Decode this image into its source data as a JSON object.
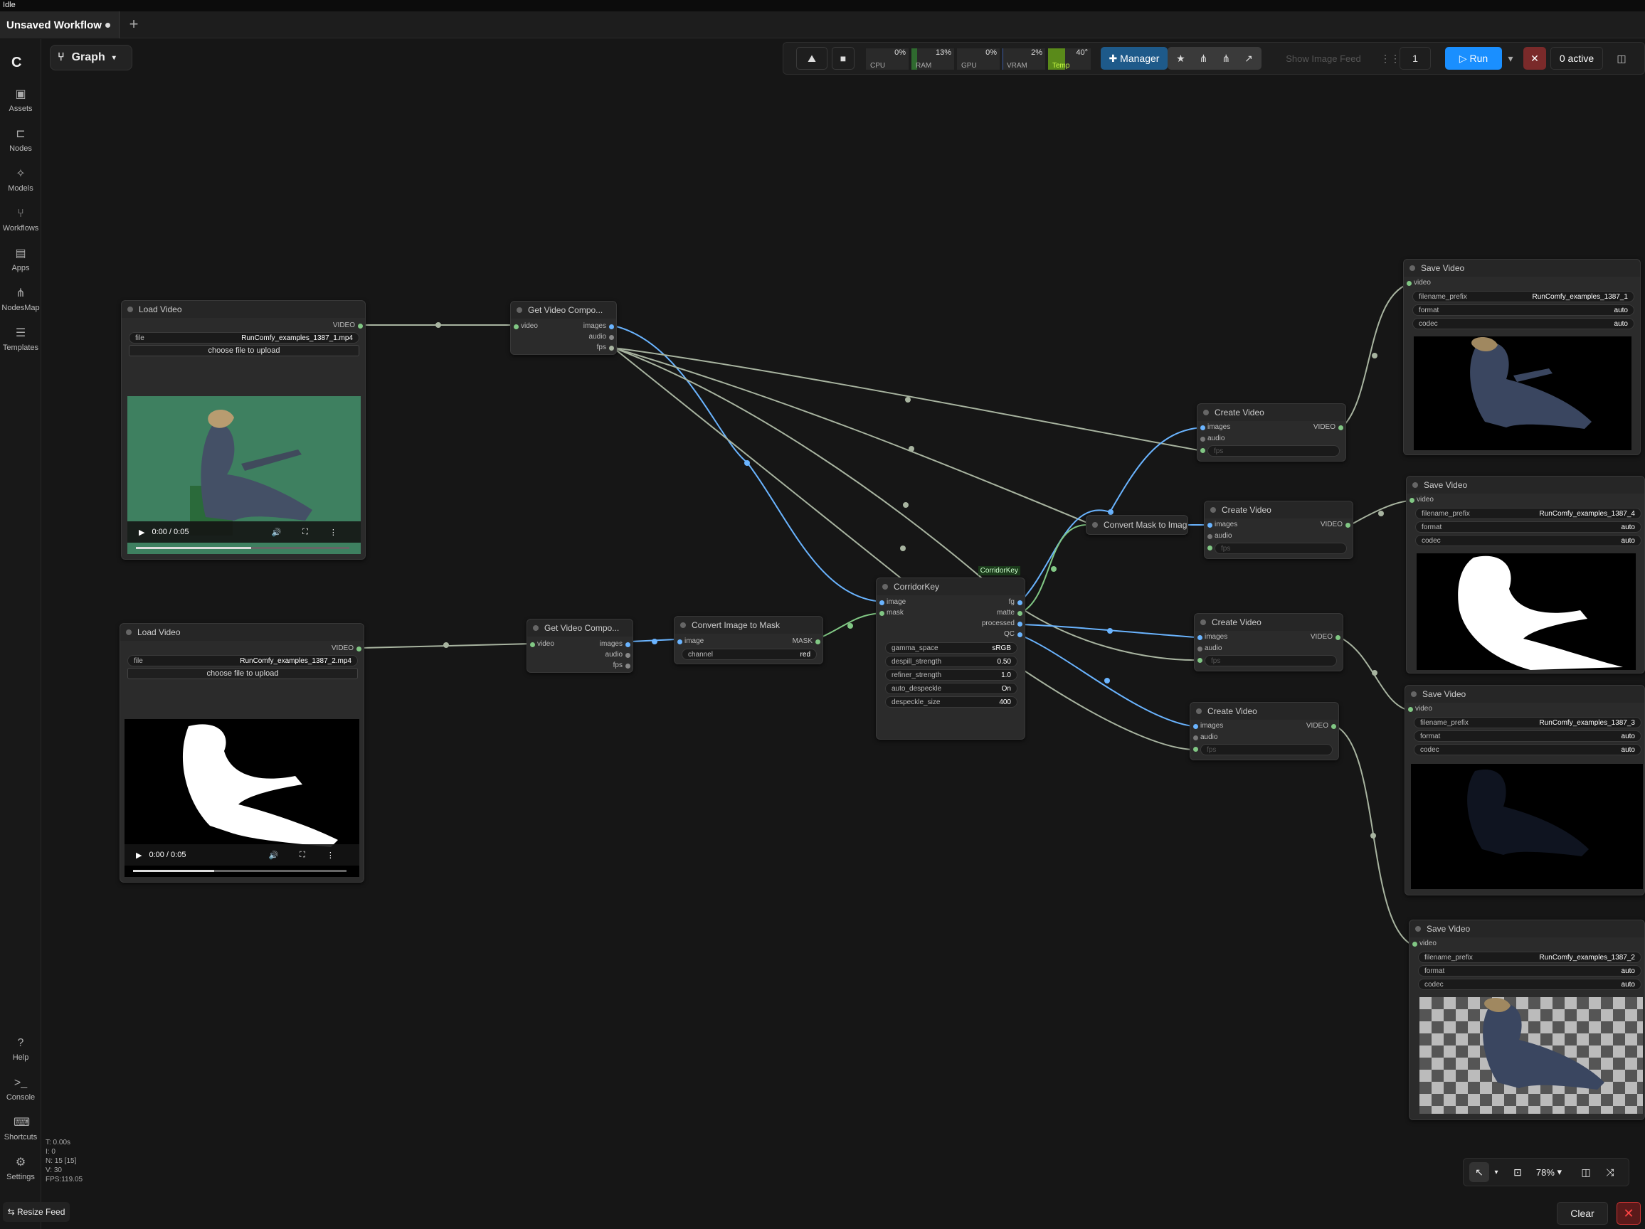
{
  "status": "Idle",
  "workflow_tab": {
    "title": "Unsaved Workflow",
    "new_tab_icon": "+"
  },
  "sidebar": {
    "items": [
      {
        "label": "Assets",
        "icon": "image-icon"
      },
      {
        "label": "Nodes",
        "icon": "node-icon"
      },
      {
        "label": "Models",
        "icon": "models-icon"
      },
      {
        "label": "Workflows",
        "icon": "workflow-icon"
      },
      {
        "label": "Apps",
        "icon": "apps-icon"
      },
      {
        "label": "NodesMap",
        "icon": "nodesmap-icon"
      },
      {
        "label": "Templates",
        "icon": "templates-icon"
      }
    ],
    "bottom": [
      {
        "label": "Help",
        "icon": "help-icon"
      },
      {
        "label": "Console",
        "icon": "console-icon"
      },
      {
        "label": "Shortcuts",
        "icon": "keyboard-icon"
      },
      {
        "label": "Settings",
        "icon": "gear-icon"
      }
    ]
  },
  "graph_menu": {
    "label": "Graph"
  },
  "topbar": {
    "cpu": {
      "label": "CPU",
      "value": "0%",
      "fraction": 0.0
    },
    "ram": {
      "label": "RAM",
      "value": "13%",
      "fraction": 0.13
    },
    "gpu": {
      "label": "GPU",
      "value": "0%",
      "fraction": 0.0
    },
    "vram": {
      "label": "VRAM",
      "value": "2%",
      "fraction": 0.02
    },
    "temp": {
      "label": "Temp",
      "value": "40°",
      "fraction": 0.4
    },
    "manager_label": "Manager",
    "show_image_feed": "Show Image Feed",
    "batch_count": "1",
    "run_label": "Run",
    "active_label": "0 active",
    "accent": "#1a8fff"
  },
  "stats": {
    "t": "T: 0.00s",
    "i": "I: 0",
    "n": "N: 15 [15]",
    "v": "V: 30",
    "fps": "FPS:119.05"
  },
  "bottom": {
    "resize_feed": "Resize Feed",
    "clear": "Clear",
    "zoom": "78%"
  },
  "nodes": {
    "load_video_1": {
      "title": "Load Video",
      "out": "VIDEO",
      "file_label": "file",
      "file_value": "RunComfy_examples_1387_1.mp4",
      "upload": "choose file to upload",
      "time": "0:00 / 0:05"
    },
    "load_video_2": {
      "title": "Load Video",
      "out": "VIDEO",
      "file_label": "file",
      "file_value": "RunComfy_examples_1387_2.mp4",
      "upload": "choose file to upload",
      "time": "0:00 / 0:05"
    },
    "get_video_1": {
      "title": "Get Video Compo...",
      "in": "video",
      "outs": [
        "images",
        "audio",
        "fps"
      ]
    },
    "get_video_2": {
      "title": "Get Video Compo...",
      "in": "video",
      "outs": [
        "images",
        "audio",
        "fps"
      ]
    },
    "convert_img_mask": {
      "title": "Convert Image to Mask",
      "in": "image",
      "out": "MASK",
      "channel_label": "channel",
      "channel_value": "red"
    },
    "corridorkey": {
      "title": "CorridorKey",
      "badge": "CorridorKey",
      "ins": [
        "image",
        "mask"
      ],
      "outs": [
        "fg",
        "matte",
        "processed",
        "QC"
      ],
      "widgets": [
        {
          "label": "gamma_space",
          "value": "sRGB"
        },
        {
          "label": "despill_strength",
          "value": "0.50"
        },
        {
          "label": "refiner_strength",
          "value": "1.0"
        },
        {
          "label": "auto_despeckle",
          "value": "On"
        },
        {
          "label": "despeckle_size",
          "value": "400"
        }
      ]
    },
    "convert_mask_img": {
      "title": "Convert Mask to Imag"
    },
    "create_video_1": {
      "title": "Create Video",
      "ins": [
        "images",
        "audio",
        "fps"
      ],
      "out": "VIDEO"
    },
    "create_video_2": {
      "title": "Create Video",
      "ins": [
        "images",
        "audio",
        "fps"
      ],
      "out": "VIDEO"
    },
    "create_video_3": {
      "title": "Create Video",
      "ins": [
        "images",
        "audio",
        "fps"
      ],
      "out": "VIDEO"
    },
    "create_video_4": {
      "title": "Create Video",
      "ins": [
        "images",
        "audio",
        "fps"
      ],
      "out": "VIDEO"
    },
    "save_video_1": {
      "title": "Save Video",
      "in": "video",
      "prefix_label": "filename_prefix",
      "prefix": "RunComfy_examples_1387_1",
      "format_label": "format",
      "format": "auto",
      "codec_label": "codec",
      "codec": "auto"
    },
    "save_video_2": {
      "title": "Save Video",
      "in": "video",
      "prefix_label": "filename_prefix",
      "prefix": "RunComfy_examples_1387_4",
      "format_label": "format",
      "format": "auto",
      "codec_label": "codec",
      "codec": "auto"
    },
    "save_video_3": {
      "title": "Save Video",
      "in": "video",
      "prefix_label": "filename_prefix",
      "prefix": "RunComfy_examples_1387_3",
      "format_label": "format",
      "format": "auto",
      "codec_label": "codec",
      "codec": "auto"
    },
    "save_video_4": {
      "title": "Save Video",
      "in": "video",
      "prefix_label": "filename_prefix",
      "prefix": "RunComfy_examples_1387_2",
      "format_label": "format",
      "format": "auto",
      "codec_label": "codec",
      "codec": "auto"
    }
  },
  "colors": {
    "image_link": "#6ab4ff",
    "mask_link": "#81c784",
    "video_link": "#a8b4a0",
    "node_bg": "#2b2b2b"
  }
}
